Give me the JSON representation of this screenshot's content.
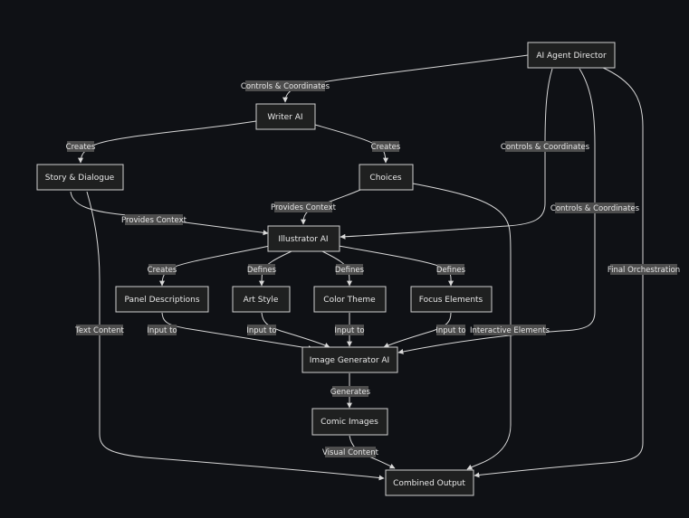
{
  "nodes": {
    "director": "AI Agent Director",
    "writer": "Writer AI",
    "story": "Story & Dialogue",
    "choices": "Choices",
    "illustrator": "Illustrator AI",
    "panel": "Panel Descriptions",
    "art": "Art Style",
    "color": "Color Theme",
    "focus": "Focus Elements",
    "imagegen": "Image Generator AI",
    "comic": "Comic Images",
    "combined": "Combined Output"
  },
  "edges": {
    "director_writer": "Controls & Coordinates",
    "writer_story": "Creates",
    "writer_choices": "Creates",
    "director_illustrator": "Controls & Coordinates",
    "story_illustrator": "Provides Context",
    "choices_illustrator": "Provides Context",
    "illustrator_panel": "Creates",
    "illustrator_art": "Defines",
    "illustrator_color": "Defines",
    "illustrator_focus": "Defines",
    "director_imagegen": "Controls & Coordinates",
    "director_combined": "Final Orchestration",
    "story_combined": "Text Content",
    "panel_imagegen": "Input to",
    "art_imagegen": "Input to",
    "color_imagegen": "Input to",
    "focus_imagegen": "Input to",
    "choices_combined": "Interactive Elements",
    "imagegen_comic": "Generates",
    "comic_combined": "Visual Content"
  },
  "colors": {
    "background": "#0f1115",
    "node_fill": "#1f2020",
    "node_stroke": "#cfcfcf",
    "edge_stroke": "#d8d8d8",
    "label_fill": "#4d4d4d",
    "text": "#e8e8e8"
  }
}
